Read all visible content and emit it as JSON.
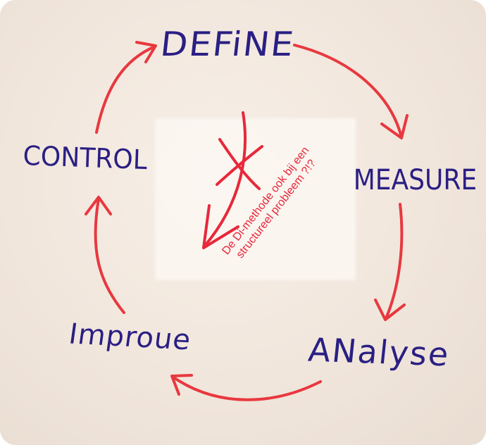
{
  "steps": {
    "define": "DEFiNE",
    "measure": "MEASURE",
    "analyse": "ANalyse",
    "improve": "Improue",
    "control": "CONTROL"
  },
  "note": {
    "line1": "De Di-methode ook bij een",
    "line2": "structureel probleem ?!?"
  },
  "colors": {
    "ink_blue": "#2a1f83",
    "ink_red": "#e8283b"
  },
  "icons": {
    "cross": "x-cross-icon",
    "deflect": "curved-down-arrow-icon"
  }
}
